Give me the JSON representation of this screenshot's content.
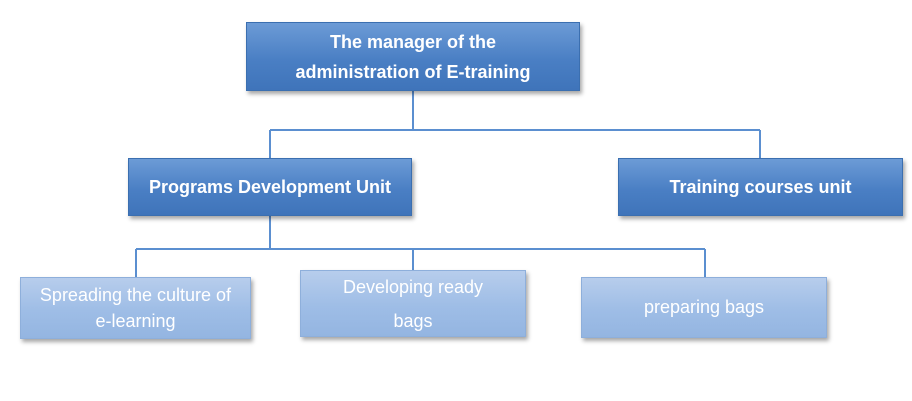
{
  "colors": {
    "dark_box": "#4a7fc4",
    "light_box": "#9ebde6",
    "connector": "#5b8fd0",
    "text": "#ffffff"
  },
  "nodes": {
    "manager": {
      "line1": "The manager of the",
      "line2": "administration of E-training"
    },
    "programs_unit": {
      "label": "Programs Development Unit"
    },
    "training_unit": {
      "label": "Training courses unit"
    },
    "spreading_culture": {
      "line1": "Spreading the culture of",
      "line2": "e-learning"
    },
    "developing_bags": {
      "line1": "Developing ready",
      "line2": "bags"
    },
    "preparing_bags": {
      "label": "preparing bags"
    }
  }
}
